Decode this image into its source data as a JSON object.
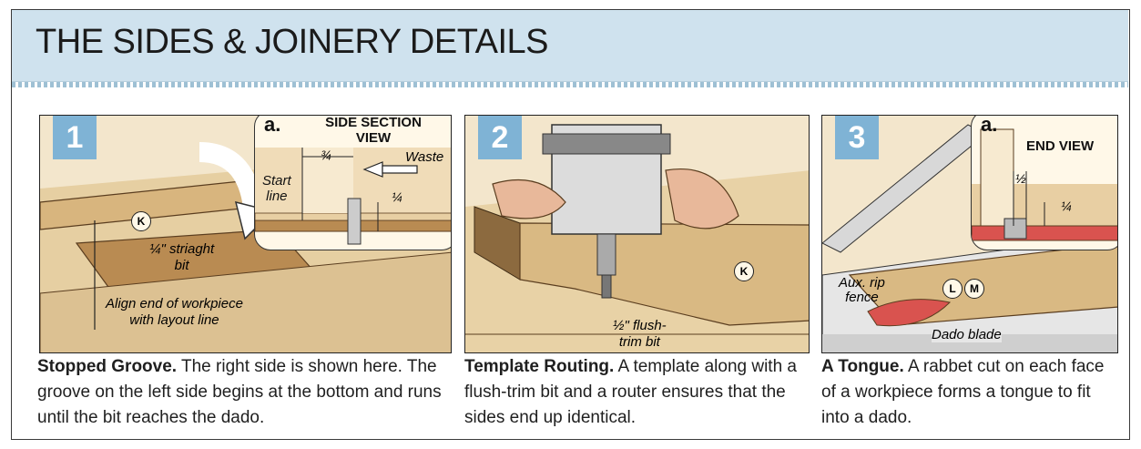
{
  "header": {
    "title": "THE SIDES & JOINERY DETAILS"
  },
  "panels": [
    {
      "number": "1",
      "inset_label": "a.",
      "inset_title_line1": "SIDE SECTION",
      "inset_title_line2": "VIEW",
      "labels": {
        "start_line_1": "Start",
        "start_line_2": "line",
        "dim_three_quarter": "¾",
        "waste": "Waste",
        "dim_quarter": "¼",
        "part_k": "K",
        "bit_1": "¼\" striaght",
        "bit_2": "bit",
        "align_1": "Align end of workpiece",
        "align_2": "with layout line"
      },
      "caption_bold": "Stopped Groove.",
      "caption_text": " The right side is shown here. The groove on the left side begins at the bottom and runs until the bit reaches the dado."
    },
    {
      "number": "2",
      "labels": {
        "part_k": "K",
        "flush_1": "½\" flush-",
        "flush_2": "trim bit"
      },
      "caption_bold": "Template Routing.",
      "caption_text": " A template along with a flush-trim bit and a router ensures that the sides end up identical."
    },
    {
      "number": "3",
      "inset_label": "a.",
      "inset_title": "END VIEW",
      "labels": {
        "dim_half": "½",
        "dim_quarter": "¼",
        "aux_1": "Aux. rip",
        "aux_2": "fence",
        "part_l": "L",
        "part_m": "M",
        "dado": "Dado blade"
      },
      "caption_bold": "A Tongue.",
      "caption_text": " A rabbet cut on each face of a workpiece forms a tongue to fit into a dado."
    }
  ],
  "colors": {
    "header_bg": "#cfe2ee",
    "step_badge": "#7fb3d5",
    "wood_light": "#e8cfa3",
    "wood_mid": "#d2b07a",
    "wood_dark": "#b98b52",
    "blade_red": "#d9534f"
  }
}
